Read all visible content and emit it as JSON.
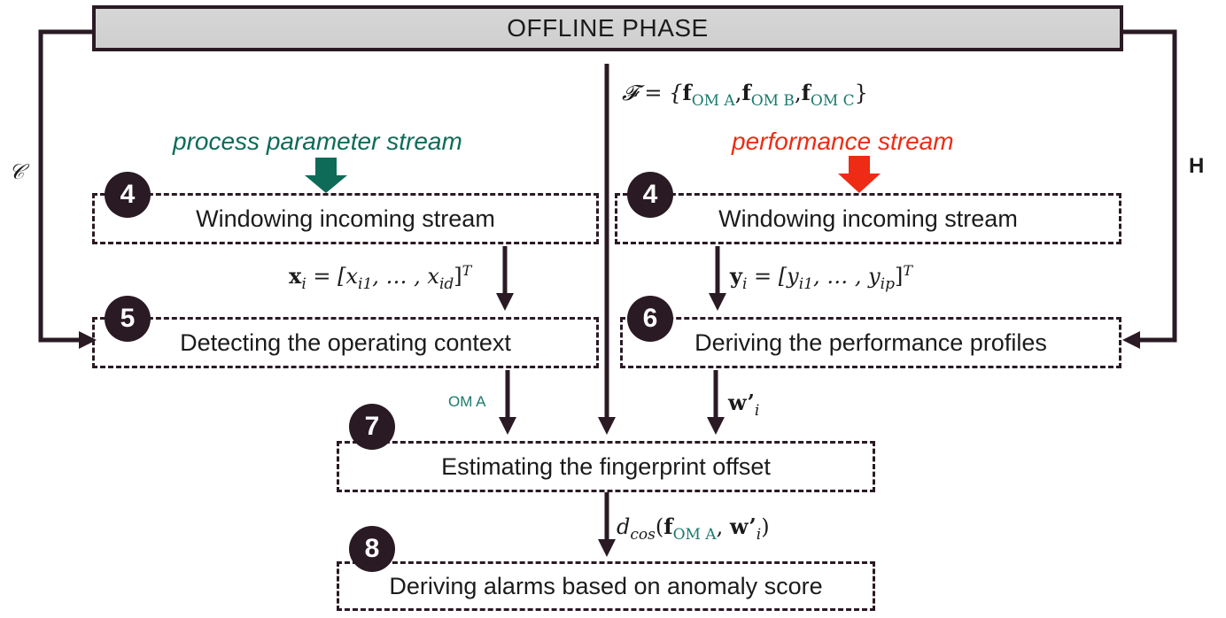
{
  "header": {
    "title": "OFFLINE PHASE"
  },
  "side_labels": {
    "left": "𝒞",
    "right": "H"
  },
  "streams": {
    "left": {
      "label": "process parameter stream",
      "color": "#0e6b58"
    },
    "right": {
      "label": "performance stream",
      "color": "#ee2b14"
    }
  },
  "steps": [
    {
      "number": "4",
      "label": "Windowing incoming stream"
    },
    {
      "number": "4",
      "label": "Windowing incoming stream"
    },
    {
      "number": "5",
      "label": "Detecting the operating context"
    },
    {
      "number": "6",
      "label": "Deriving the performance profiles"
    },
    {
      "number": "7",
      "label": "Estimating the fingerprint offset"
    },
    {
      "number": "8",
      "label": "Deriving alarms based on anomaly score"
    }
  ],
  "formulas": {
    "fingerprint_set": {
      "lhs": "𝓕 = {",
      "f": "f",
      "sub_a": "OM A",
      "sub_b": "OM B",
      "sub_c": "OM C",
      "sep": ",",
      "rhs": "}"
    },
    "x_vector": {
      "bold": "x",
      "sub": "i",
      "eq": " = [x",
      "s1": "i1",
      "mid": ", … , x",
      "s2": "id",
      "close": "]",
      "sup": "T"
    },
    "y_vector": {
      "bold": "y",
      "sub": "i",
      "eq": " = [y",
      "s1": "i1",
      "mid": ", … , y",
      "s2": "ip",
      "close": "]",
      "sup": "T"
    },
    "w_prime": {
      "bold": "w",
      "prime": "’",
      "sub": "i"
    },
    "om_label": "OM A",
    "distance": {
      "d": "d",
      "dsub": "cos",
      "open": "(",
      "f": "f",
      "fsub": "OM A",
      "sep": ", ",
      "w": "w",
      "prime": "’",
      "wsub": "i",
      "close": ")"
    }
  },
  "colors": {
    "line": "#2a1a24",
    "teal": "#1a7a6e",
    "green_arrow": "#0e6b58",
    "red_arrow": "#ee2b14"
  }
}
